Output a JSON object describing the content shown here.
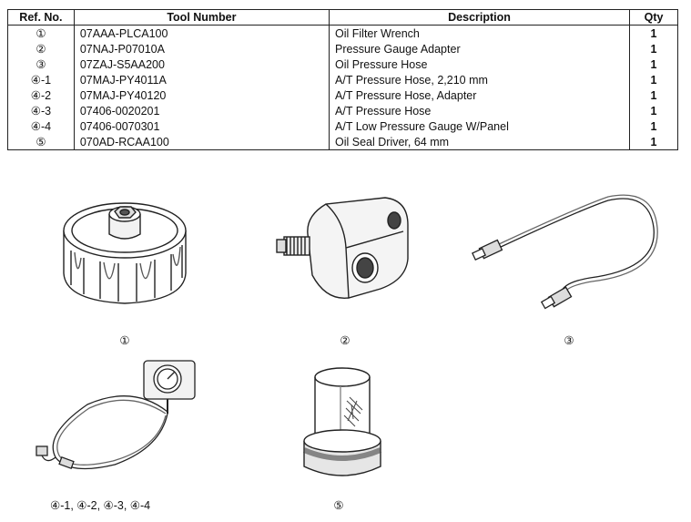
{
  "table": {
    "headers": {
      "ref": "Ref. No.",
      "tool": "Tool Number",
      "desc": "Description",
      "qty": "Qty"
    },
    "rows": [
      {
        "ref": "①",
        "tool": "07AAA-PLCA100",
        "desc": "Oil Filter Wrench",
        "qty": "1"
      },
      {
        "ref": "②",
        "tool": "07NAJ-P07010A",
        "desc": "Pressure Gauge Adapter",
        "qty": "1"
      },
      {
        "ref": "③",
        "tool": "07ZAJ-S5AA200",
        "desc": "Oil Pressure Hose",
        "qty": "1"
      },
      {
        "ref": "④-1",
        "tool": "07MAJ-PY4011A",
        "desc": "A/T Pressure Hose, 2,210 mm",
        "qty": "1"
      },
      {
        "ref": "④-2",
        "tool": "07MAJ-PY40120",
        "desc": "A/T Pressure Hose, Adapter",
        "qty": "1"
      },
      {
        "ref": "④-3",
        "tool": "07406-0020201",
        "desc": "A/T Pressure Hose",
        "qty": "1"
      },
      {
        "ref": "④-4",
        "tool": "07406-0070301",
        "desc": "A/T Low Pressure Gauge W/Panel",
        "qty": "1"
      },
      {
        "ref": "⑤",
        "tool": "070AD-RCAA100",
        "desc": "Oil Seal Driver, 64 mm",
        "qty": "1"
      }
    ]
  },
  "captions": {
    "c1": "①",
    "c2": "②",
    "c3": "③",
    "c4": "④-1, ④-2, ④-3, ④-4",
    "c5": "⑤"
  }
}
